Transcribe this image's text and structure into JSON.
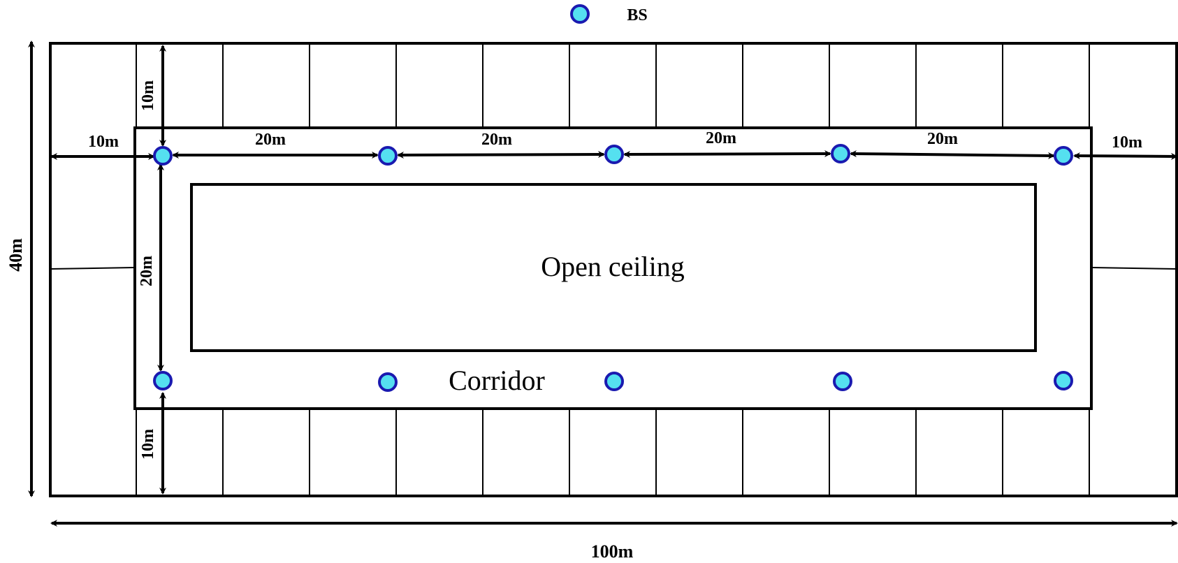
{
  "legend": {
    "bs_label": "BS"
  },
  "labels": {
    "open_ceiling": "Open ceiling",
    "corridor": "Corridor",
    "total_width": "100m",
    "total_height": "40m",
    "room_depth_top": "10m",
    "room_depth_bottom": "10m",
    "corridor_depth": "20m",
    "edge_offset_left": "10m",
    "edge_offset_right": "10m",
    "bs_spacing_1": "20m",
    "bs_spacing_2": "20m",
    "bs_spacing_3": "20m",
    "bs_spacing_4": "20m"
  },
  "colors": {
    "bs_fill": "#55e0f0",
    "bs_stroke": "#1a1ab0",
    "line": "#000000"
  },
  "base_stations": {
    "top_row_count": 5,
    "bottom_row_count": 5
  }
}
